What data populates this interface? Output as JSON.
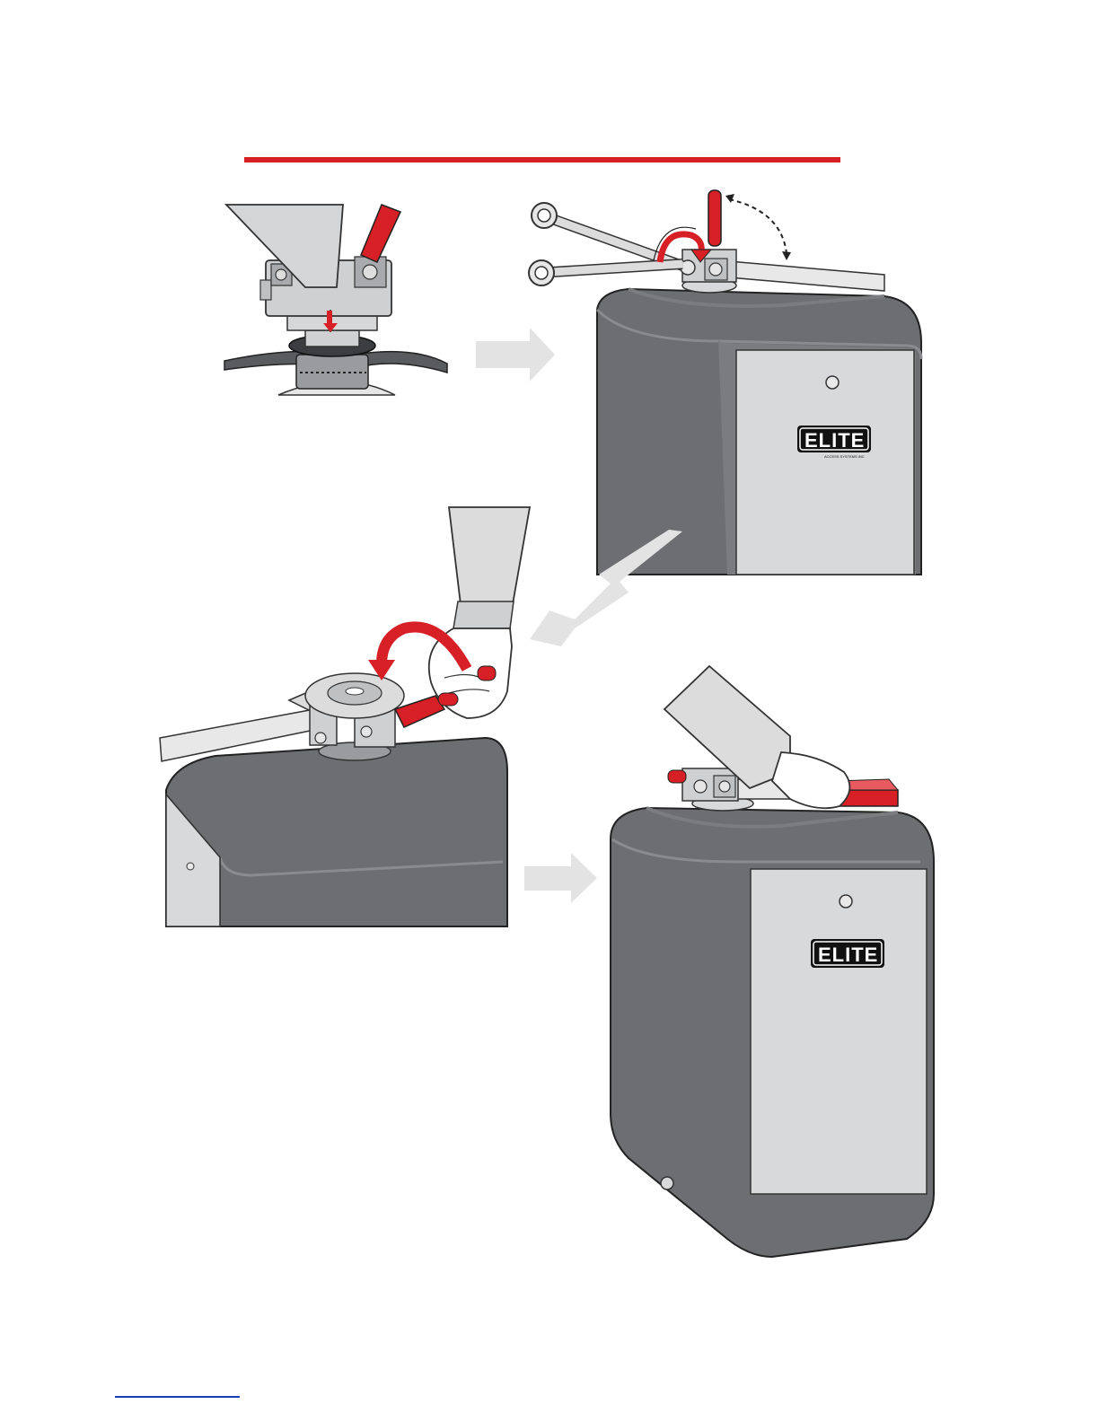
{
  "document": {
    "title": "",
    "accent_color": "#d71f26",
    "footer_line_color": "#1a3fb5"
  },
  "brand": {
    "logo_text": "ELITE",
    "logo_subtext": "ACCESS SYSTEMS INC"
  },
  "figures": [
    {
      "name": "release-key-insertion-closeup"
    },
    {
      "name": "operator-with-release-handle-and-wrenches"
    },
    {
      "name": "hand-turning-release-handle"
    },
    {
      "name": "hand-pushing-release-handle-down"
    }
  ],
  "colors": {
    "operator_body": "#6d6e72",
    "operator_face": "#8a8b8f",
    "panel": "#d8d9db",
    "arrow_gray": "#e3e3e4",
    "metal": "#cfd0d2",
    "sleeve": "#dcdcdc"
  }
}
